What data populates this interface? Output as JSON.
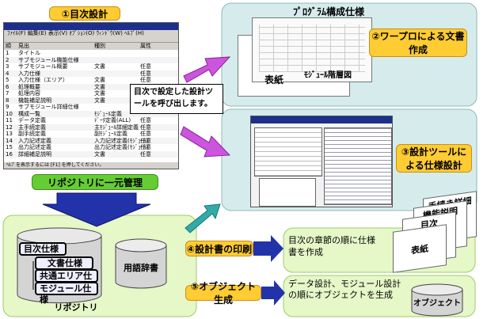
{
  "labels": {
    "mokuji_sekkei": "①目次設計",
    "program_kousei": "ﾌﾟﾛｸﾞﾗﾑ構成仕様",
    "hyoushi": "表紙",
    "module_kaisou": "ﾓｼﾞｭｰﾙ階層図",
    "wapuro": "②ワープロによる文書作成",
    "yobidashi": "目次で設定した設計ツールを呼び出します。",
    "sekkei_tool": "③設計ツールによる仕様設計",
    "repository_kanri": "リポジトリに一元管理",
    "insatsu": "④設計書の印刷",
    "object_seisei": "⑤オブジェクト生成",
    "mokuji_shou": "目次の章節の順に仕様書を作成",
    "data_sekkei": "データ設計、モジュール設計の順にオブジェクトを生成",
    "repository": "リポジトリ",
    "mokuji_shiyou": "目次仕様",
    "bunsho_shiyou": "文書仕様",
    "kyoutsu_area": "共通エリア仕様",
    "module_shiyou": "モジュール仕様",
    "yougo_jisho": "用語辞書",
    "tetsuzuki": "手続き詳細",
    "kinou_setsumei": "機能説明",
    "mokuji": "目次",
    "hyoushi2": "表紙",
    "object": "オブジェクト"
  },
  "app_window": {
    "menu": "ﾌｧｲﾙ(F)  編集(E)  表示(V)  ｵﾌﾟｼｮﾝ(O)  ｳｨﾝﾄﾞｳ(W)  ﾍﾙﾌﾟ(H)",
    "headers": [
      "順",
      "見出",
      "種別",
      "属性"
    ],
    "rows": [
      [
        "1",
        "タイトル",
        "",
        ""
      ],
      [
        "2",
        "サブモジュール機能仕様",
        "",
        ""
      ],
      [
        "3",
        "サブモジュール概要",
        "文書",
        "任意"
      ],
      [
        "4",
        "入力仕様",
        "",
        "任意"
      ],
      [
        "5",
        "入力仕様（エリア）",
        "文書",
        "任意"
      ],
      [
        "6",
        "処理概要",
        "文書",
        "任意"
      ],
      [
        "7",
        "処理内容",
        "文書",
        "任意"
      ],
      [
        "8",
        "機能補足説明",
        "文書",
        "任意"
      ],
      [
        "9",
        "サブモジュール詳細仕様",
        "",
        ""
      ],
      [
        "10",
        "構成一覧",
        "ﾓｼﾞｭｰﾙ定義",
        ""
      ],
      [
        "11",
        "データ定義",
        "ﾃﾞｰﾀ定義(ALL)",
        "任意"
      ],
      [
        "12",
        "主手続定義",
        "主ﾓｼﾞｭｰﾙ詳細定義",
        "任意"
      ],
      [
        "13",
        "副手続定義",
        "副ﾓｼﾞｭｰﾙ定義",
        "任意"
      ],
      [
        "14",
        "入力記述定義",
        "入力記述定義(ﾓｼﾞｭｰﾙ)",
        "任意"
      ],
      [
        "15",
        "出力記述定義",
        "出力記述定義(ﾓｼﾞｭｰﾙ)",
        "任意"
      ],
      [
        "16",
        "詳細補足説明",
        "文書",
        "任意"
      ]
    ],
    "status": "ﾍﾙﾌﾟを表示するには [F1] を押してください。"
  }
}
